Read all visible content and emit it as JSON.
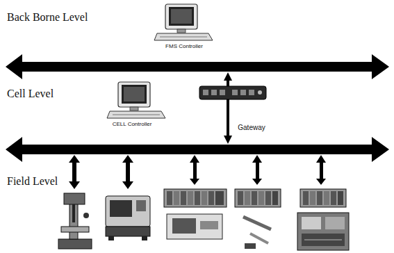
{
  "diagram": {
    "nodes": [
      {
        "text": [
          "FMS Controller"
        ]
      },
      {
        "text": [
          "CELL Controller"
        ]
      },
      {
        "text": [
          "Gateway"
        ]
      }
    ],
    "labels": [
      "Back Borne Level",
      "Cell Level",
      "Field Level"
    ]
  }
}
